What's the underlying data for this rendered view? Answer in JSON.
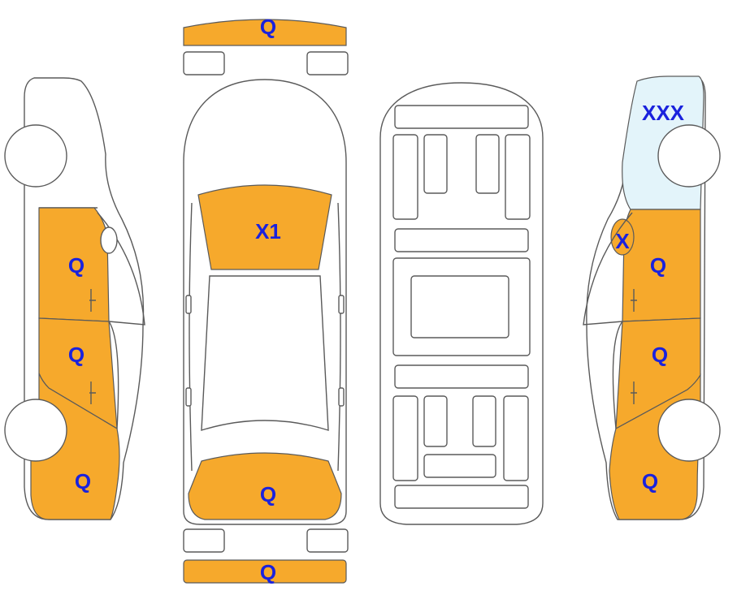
{
  "colors": {
    "damage_fill": "#f6a92c",
    "special_fill": "#e3f4fa",
    "outline": "#5a5a5a",
    "label": "#1a22dd",
    "body_fill": "#ffffff"
  },
  "legend_marks": {
    "front_bumper": "Q",
    "rear_bumper": "Q",
    "windshield": "X1",
    "trunk": "Q",
    "left_front_door": "Q",
    "left_rear_door": "Q",
    "left_rear_quarter": "Q",
    "right_front_fender": "XXX",
    "right_front_fender_spot": "X",
    "right_front_door": "Q",
    "right_rear_door": "Q",
    "right_rear_quarter": "Q"
  }
}
